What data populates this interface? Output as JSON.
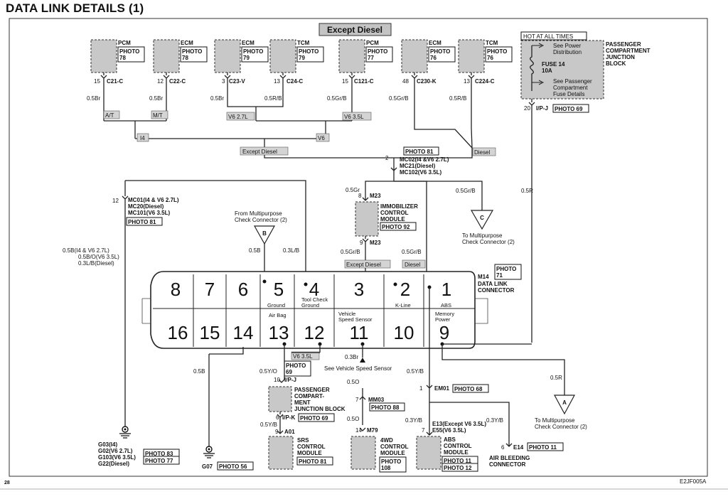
{
  "header": {
    "title": "DATA LINK DETAILS (1)"
  },
  "footer": {
    "page_number": "28",
    "code": "E2JF005A"
  },
  "banner": {
    "except_diesel": "Except Diesel"
  },
  "top_modules": [
    {
      "name": "PCM",
      "photo": "PHOTO\n78",
      "pin": "15",
      "conn": "C21-C",
      "wire": "0.5Br"
    },
    {
      "name": "ECM",
      "photo": "PHOTO\n78",
      "pin": "12",
      "conn": "C22-C",
      "wire": "0.5Br"
    },
    {
      "name": "ECM",
      "photo": "PHOTO\n79",
      "pin": "3",
      "conn": "C23-V",
      "wire": "0.5Br"
    },
    {
      "name": "TCM",
      "photo": "PHOTO\n79",
      "pin": "13",
      "conn": "C24-C",
      "wire": "0.5R/B"
    },
    {
      "name": "PCM",
      "photo": "PHOTO\n77",
      "pin": "15",
      "conn": "C121-C",
      "wire": "0.5Gr/B"
    },
    {
      "name": "ECM",
      "photo": "PHOTO\n76",
      "pin": "48",
      "conn": "C230-K",
      "wire": "0.5Gr/B"
    },
    {
      "name": "TCM",
      "photo": "PHOTO\n76",
      "pin": "13",
      "conn": "C224-C",
      "wire": "0.5R/B"
    }
  ],
  "splice_labels": {
    "at": "A/T",
    "mt": "M/T",
    "v627": "V6 2.7L",
    "v635": "V6 3.5L",
    "i4": "I4",
    "v6": "V6",
    "except_diesel": "Except Diesel",
    "diesel": "Diesel"
  },
  "junction_block": {
    "hot": "HOT AT ALL TIMES",
    "see_power": "See Power",
    "distribution": "Distribution",
    "fuse": "FUSE 14",
    "amps": "10A",
    "see_pass": "See Passenger",
    "compartment": "Compartment",
    "fuse_details": "Fuse Details",
    "title_l1": "PASSENGER",
    "title_l2": "COMPARTMENT",
    "title_l3": "JUNCTION",
    "title_l4": "BLOCK",
    "pin": "20",
    "conn": "I/P-J",
    "photo": "PHOTO 69",
    "wire": "0.5R"
  },
  "mc02": {
    "photo": "PHOTO 81",
    "pin": "2",
    "l1": "MC02(I4 &V6 2.7L)",
    "l2": "MC21(Diesel)",
    "l3": "MC102(V6 3.5L)"
  },
  "mc01": {
    "pin": "12",
    "l1": "MC01(I4 & V6 2.7L)",
    "l2": "MC20(Diesel)",
    "l3": "MC101(V6 3.5L)",
    "photo": "PHOTO 81"
  },
  "immobilizer": {
    "wire_top": "0.5Gr",
    "pin_top": "8",
    "conn": "M23",
    "l1": "IMMOBILIZER",
    "l2": "CONTROL",
    "l3": "MODULE",
    "photo": "PHOTO 92",
    "pin_bot": "9",
    "conn_bot": "M23",
    "wire_l": "0.5Gr/B",
    "wire_r": "0.5Gr/B",
    "except_diesel": "Except Diesel",
    "diesel": "Diesel"
  },
  "check_c": {
    "wire": "0.5Gr/B",
    "letter": "C",
    "l1": "To Multipurpose",
    "l2": "Check Connector (2)"
  },
  "wire_r_right": "0.5R",
  "check_b": {
    "l1": "From Multipurpose",
    "l2": "Check Connector (2)",
    "letter": "B",
    "wire_b": "0.5B",
    "wire_lb": "0.3L/B"
  },
  "left_wires": {
    "l1": "0.5B(I4 & V6 2.7L)",
    "l2": "0.5B/O(V6 3.5L)",
    "l3": "0.3L/B(Diesel)"
  },
  "dlc": {
    "conn": "M14",
    "photo": "PHOTO\n71",
    "l1": "DATA LINK",
    "l2": "CONNECTOR",
    "top_pins": [
      "8",
      "7",
      "6",
      "5",
      "4",
      "3",
      "2",
      "1"
    ],
    "bottom_pins": [
      "16",
      "15",
      "14",
      "13",
      "12",
      "11",
      "10",
      "9"
    ],
    "labels": {
      "p5": "Ground",
      "p4a": "Tool Check",
      "p4b": "Ground",
      "p2": "K-Line",
      "p1": "ABS",
      "p13": "Air Bag",
      "p11a": "Vehicle",
      "p11b": "Speed Sensor",
      "p9a": "Memory",
      "p9b": "Power"
    }
  },
  "lower": {
    "v635": "V6 3.5L",
    "photo69": "PHOTO\n69",
    "wire_b": "0.5B",
    "wire_yo": "0.5Y/O",
    "pin10": "10",
    "conn_ipj": "I/P-J",
    "pjb1": "PASSENGER",
    "pjb2": "COMPART-",
    "pjb3": "MENT",
    "pjb4": "JUNCTION BLOCK",
    "pin6": "6",
    "conn_ipk": "I/P-K",
    "photo_ipk": "PHOTO 69",
    "wire_yb": "0.5Y/B",
    "pin9": "9",
    "a01": "A01",
    "srs1": "SRS",
    "srs2": "CONTROL",
    "srs3": "MODULE",
    "srs_photo": "PHOTO 81",
    "wire_3br": "0.3Br",
    "see_vss": "See Vehicle Speed Sensor",
    "wire_5o_a": "0.5O",
    "pin7": "7",
    "mm03": "MM03",
    "photo88": "PHOTO 88",
    "wire_5o_b": "0.5O",
    "pin14": "14",
    "m79": "M79",
    "wd1": "4WD",
    "wd2": "CONTROL",
    "wd3": "MODULE",
    "wd_photo": "PHOTO\n108",
    "wire_yb2": "0.5Y/B",
    "pin1": "1",
    "em01": "EM01",
    "photo68": "PHOTO 68",
    "wire_3yb": "0.3Y/B",
    "wire_3yb2": "0.3Y/B",
    "pin7b": "7",
    "e13": "E13(Except V6 3.5L)",
    "e55": "E55(V6 3.5L)",
    "abs1": "ABS",
    "abs2": "CONTROL",
    "abs3": "MODULE",
    "abs_photo1": "PHOTO 11",
    "abs_photo2": "PHOTO 12",
    "pin6b": "6",
    "e14": "E14",
    "photo11": "PHOTO 11",
    "air1": "AIR BLEEDING",
    "air2": "CONNECTOR",
    "wire_5r": "0.5R",
    "check_a_letter": "A",
    "check_a1": "To Multipurpose",
    "check_a2": "Check Connector (2)",
    "g1": "G03(I4)",
    "g2": "G02(V6 2.7L)",
    "g3": "G103(V6 3.5L)",
    "g4": "G22(Diesel)",
    "g_photo1": "PHOTO 83",
    "g_photo2": "PHOTO 77",
    "g07": "G07",
    "g07_photo": "PHOTO 56"
  }
}
